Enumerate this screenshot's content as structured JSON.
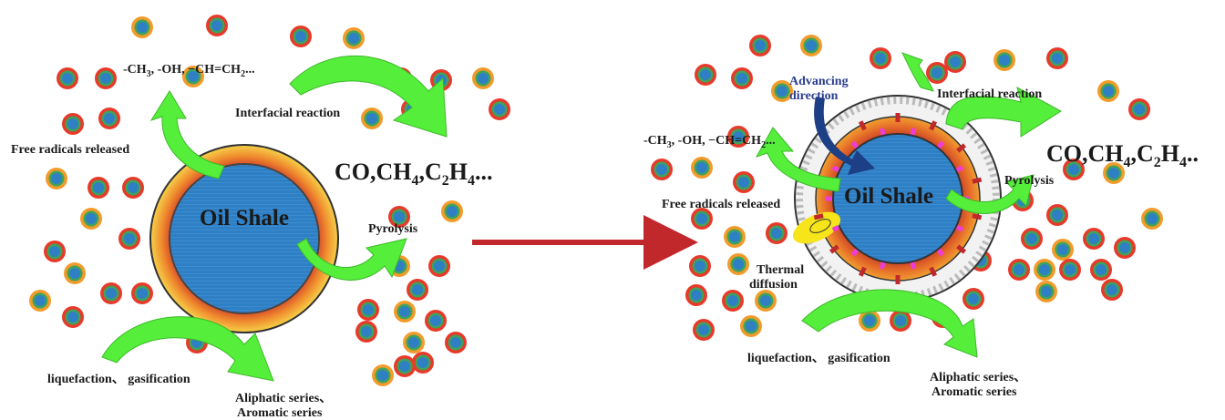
{
  "left": {
    "core_label": "Oil Shale",
    "groups_prefix": "-CH",
    "groups_mid": ", -OH, −CH=CH",
    "groups_suffix": "...",
    "interfacial": "Interfacial reaction",
    "free_radicals": "Free radicals released",
    "pyrolysis": "Pyrolysis",
    "liquefaction": "liquefaction、 gasification",
    "aliphatic": "Aliphatic series、",
    "aromatic": "Aromatic series",
    "gases_co": "CO,CH",
    "gases_c2": ",C",
    "gases_h": "H",
    "gases_end": "...",
    "sub3": "3",
    "sub2": "2",
    "sub4": "4"
  },
  "right": {
    "core_label": "Oil Shale",
    "advancing_1": "Advancing",
    "advancing_2": "direction",
    "groups_prefix": "-CH",
    "groups_mid": ", -OH, −CH=CH",
    "groups_suffix": "...",
    "interfacial": "Interfacial reaction",
    "free_radicals": "Free radicals released",
    "pyrolysis": "Pyrolysis",
    "thermal_1": "Thermal",
    "thermal_2": "diffusion",
    "liquefaction": "liquefaction、 gasification",
    "aliphatic": "Aliphatic series、",
    "aromatic": "Aromatic series",
    "gases_co": "CO,CH",
    "gases_c2": ",C",
    "gases_h": "H",
    "gases_end": "..",
    "sub3": "3",
    "sub2": "2",
    "sub4": "4"
  },
  "colors": {
    "core_blue": "#2f7fc4",
    "ring_orange": "#e8742a",
    "ring_yellow": "#f2d14a",
    "arrow_green": "#55ee3a",
    "transition_arrow": "#c0282c",
    "advancing_arrow": "#1d3f86",
    "advancing_text": "#2a3d8f",
    "molecule_center": "#2f7fc4",
    "molecule_ring_a": "#e83a2a",
    "molecule_ring_b": "#f29b2a",
    "molecule_ring_c": "#3fa35a",
    "thermal_yellow": "#f5e51a",
    "pink_markers": "#f03cd6"
  }
}
